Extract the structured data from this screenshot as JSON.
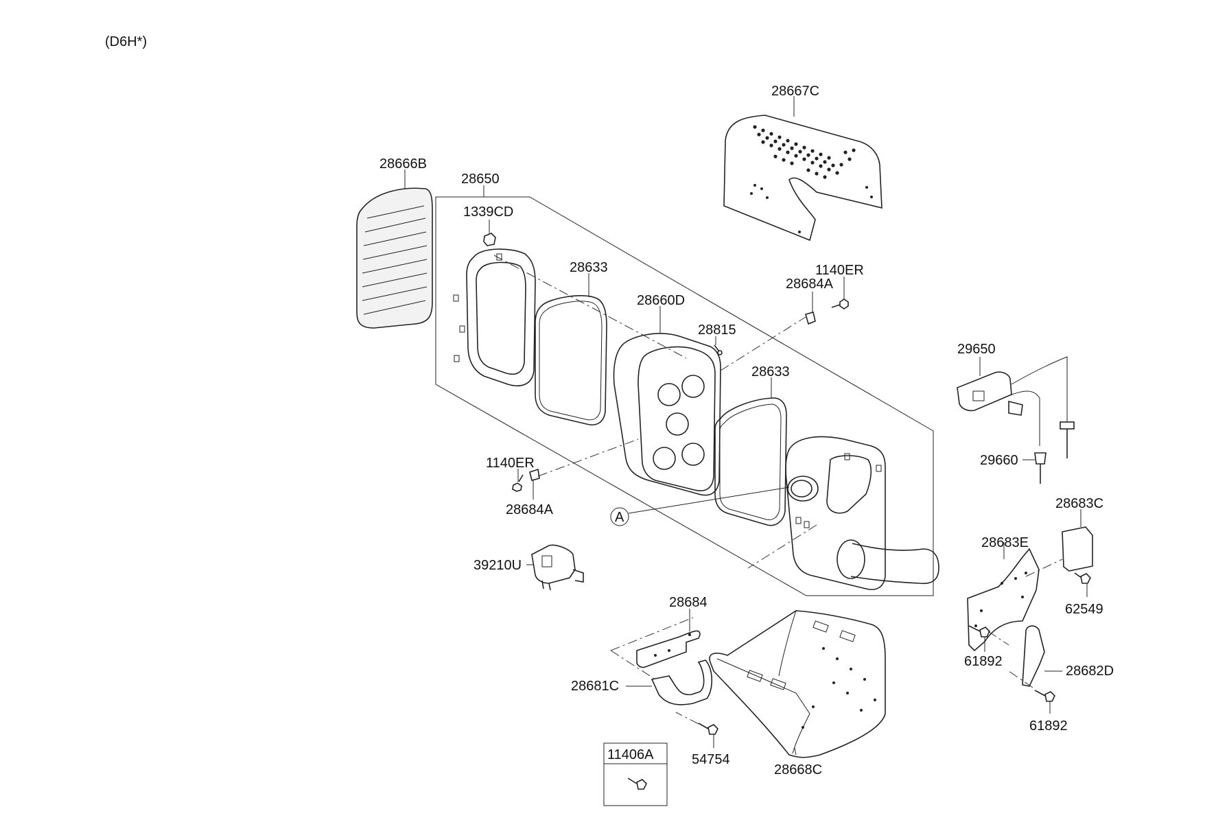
{
  "model_code": "(D6H*)",
  "labels": {
    "p28667C": "28667C",
    "p28666B": "28666B",
    "p28650": "28650",
    "p1339CD": "1339CD",
    "p28633_a": "28633",
    "p28660D": "28660D",
    "p28815": "28815",
    "p28633_b": "28633",
    "p1140ER_a": "1140ER",
    "p28684A_a": "28684A",
    "p1140ER_b": "1140ER",
    "p28684A_b": "28684A",
    "callout_A": "A",
    "p39210U": "39210U",
    "p29650": "29650",
    "p29660": "29660",
    "p28683C": "28683C",
    "p28683E": "28683E",
    "p62549": "62549",
    "p28684": "28684",
    "p28681C": "28681C",
    "p61892_a": "61892",
    "p28682D": "28682D",
    "p61892_b": "61892",
    "p54754": "54754",
    "p28668C": "28668C",
    "p11406A": "11406A"
  }
}
